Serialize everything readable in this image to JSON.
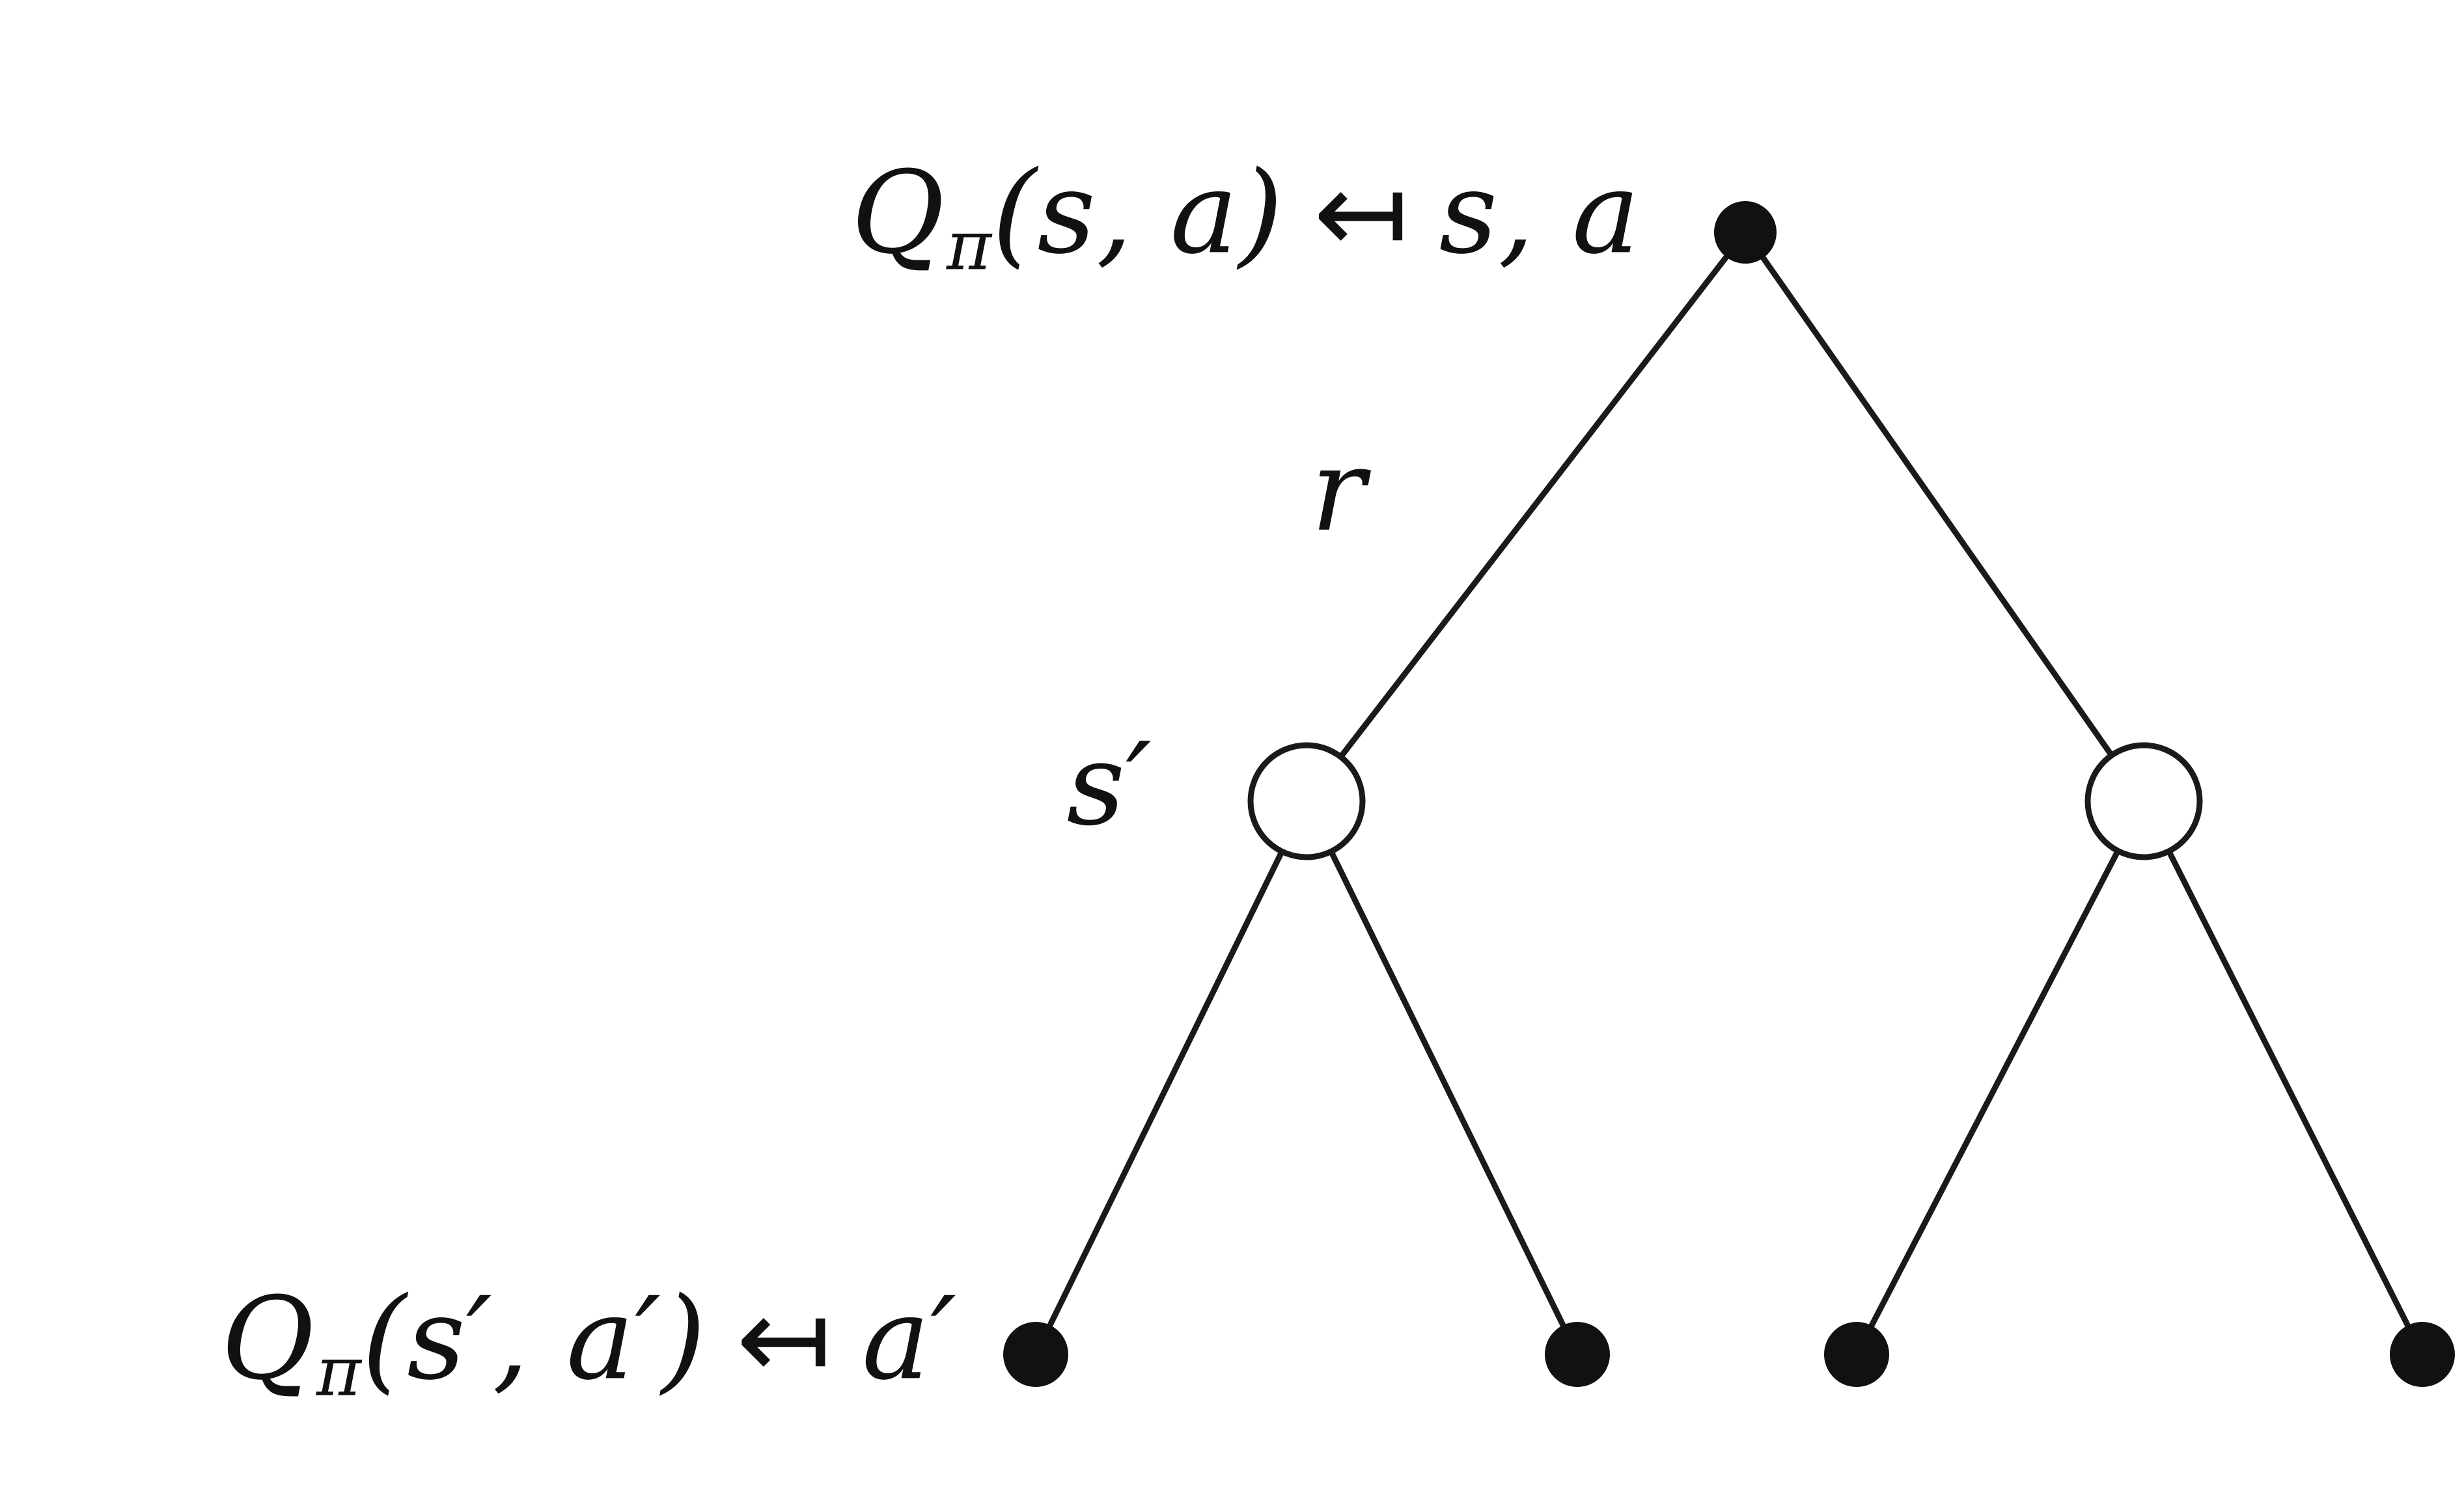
{
  "diagram": {
    "kind": "backup-diagram-tree",
    "root_label": {
      "q": "Q",
      "sub": "π",
      "args": "(s, a)",
      "arrow": "↤",
      "value": "s, a"
    },
    "reward_label": "r",
    "state_label": "s′",
    "leaf_label": {
      "q": "Q",
      "sub": "π",
      "args": "(s′, a′)",
      "arrow": "↤",
      "value": "a′"
    },
    "colors": {
      "ink": "#111111",
      "line": "#1a1a1a",
      "background": "#ffffff"
    },
    "nodes": [
      {
        "id": "root",
        "shape": "filled-dot"
      },
      {
        "id": "state-left",
        "shape": "open-circle"
      },
      {
        "id": "state-right",
        "shape": "open-circle"
      },
      {
        "id": "leaf-1",
        "shape": "filled-dot"
      },
      {
        "id": "leaf-2",
        "shape": "filled-dot"
      },
      {
        "id": "leaf-3",
        "shape": "filled-dot"
      },
      {
        "id": "leaf-4",
        "shape": "filled-dot"
      }
    ],
    "edges": [
      [
        "root",
        "state-left"
      ],
      [
        "root",
        "state-right"
      ],
      [
        "state-left",
        "leaf-1"
      ],
      [
        "state-left",
        "leaf-2"
      ],
      [
        "state-right",
        "leaf-3"
      ],
      [
        "state-right",
        "leaf-4"
      ]
    ]
  }
}
